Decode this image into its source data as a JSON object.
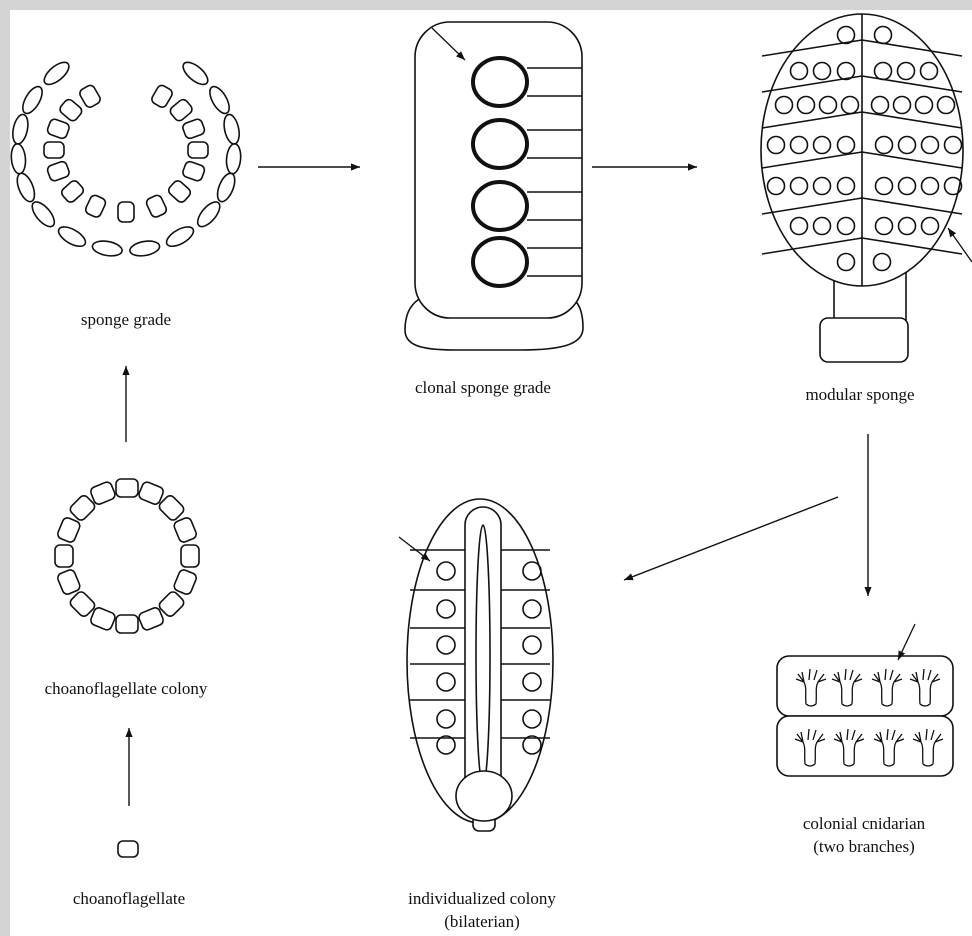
{
  "labels": {
    "sponge_grade": "sponge grade",
    "clonal_sponge_grade": "clonal sponge grade",
    "modular_sponge": "modular sponge",
    "choanoflagellate_colony": "choanoflagellate colony",
    "choanoflagellate": "choanoflagellate",
    "individualized_colony": "individualized colony",
    "individualized_colony_sub": "(bilaterian)",
    "colonial_cnidarian": "colonial cnidarian",
    "colonial_cnidarian_sub": "(two branches)"
  },
  "colors": {
    "background": "#d4d4d4",
    "panel": "#ffffff",
    "ink": "#111111"
  }
}
